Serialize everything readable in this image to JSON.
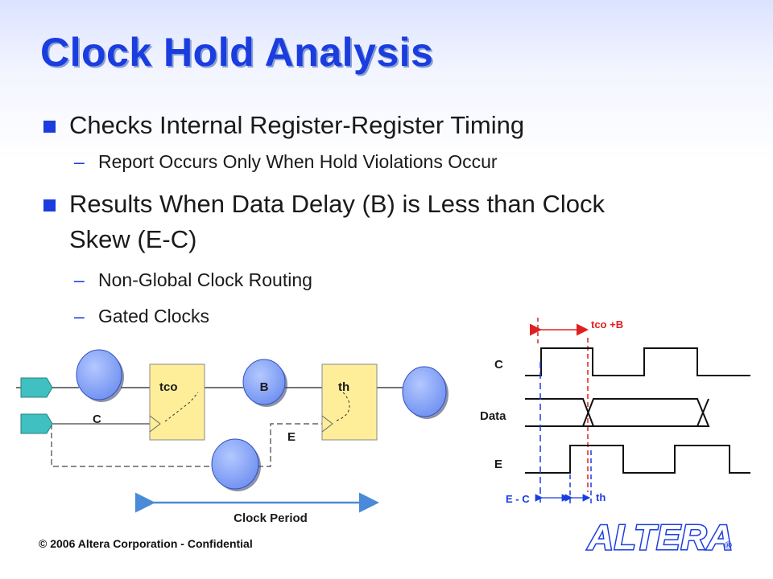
{
  "title": "Clock Hold Analysis",
  "bullets": [
    {
      "text": "Checks Internal Register-Register Timing"
    },
    {
      "text": "Results When Data Delay (B) is Less than Clock"
    },
    {
      "text": "Skew (E-C)"
    }
  ],
  "subbullets": [
    {
      "dash": "–",
      "text": "Report Occurs Only When Hold Violations Occur"
    },
    {
      "dash": "–",
      "text": "Non-Global Clock Routing"
    },
    {
      "dash": "–",
      "text": "Gated Clocks"
    }
  ],
  "circuit": {
    "tco_label": "tco",
    "b_label": "B",
    "th_label": "th",
    "c_label": "C",
    "e_label": "E",
    "clock_period_label": "Clock Period"
  },
  "timing": {
    "tco_b_label": "tco +B",
    "signal_c": "C",
    "signal_data": "Data",
    "signal_e": "E",
    "e_minus_c_label": "E - C",
    "th_label": "th"
  },
  "footer": "© 2006 Altera Corporation - Confidential",
  "logo": {
    "text": "ALTERA",
    "mark": "®"
  },
  "colors": {
    "accent": "#1a3de0",
    "register_fill": "#ffee99",
    "pin_fill": "#40c0c0",
    "red": "#e02020",
    "blue_arrow": "#4a8ad8"
  }
}
